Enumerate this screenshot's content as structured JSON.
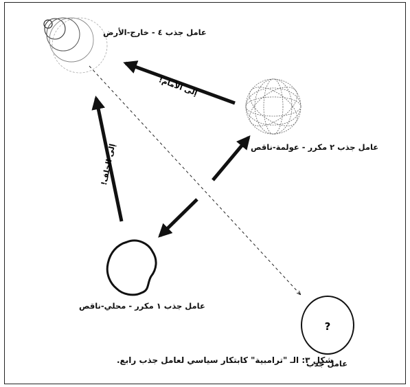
{
  "nodes": {
    "factor4": {
      "label": "عامل جذب ٤ - خارج-الأرض"
    },
    "factor2": {
      "label": "عامل جذب ٢ مكرر - عولمة-ناقص"
    },
    "factor1": {
      "label": "عامل جذب ١ مكرر - محلي-ناقص"
    },
    "unknown": {
      "label": "عامل جذب",
      "symbol": "?"
    }
  },
  "arrows": {
    "forward": {
      "label": "إلى الأمام!"
    },
    "backward": {
      "label": "إلى الخلف!"
    }
  },
  "caption": "شكل ٣: الـ \"ترامبية\" كابتكار سياسي لعامل جذب رابع."
}
